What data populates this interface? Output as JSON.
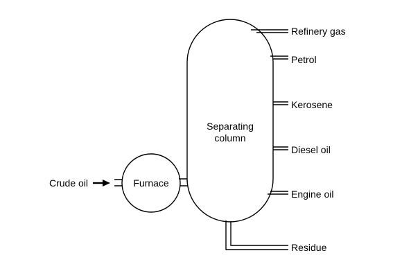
{
  "labels": {
    "crude_oil": "Crude oil",
    "furnace": "Furnace",
    "column_line1": "Separating",
    "column_line2": "column",
    "refinery_gas": "Refinery gas",
    "petrol": "Petrol",
    "kerosene": "Kerosene",
    "diesel_oil": "Diesel oil",
    "engine_oil": "Engine oil",
    "residue": "Residue"
  },
  "colors": {
    "line": "#000000",
    "background": "#ffffff"
  }
}
